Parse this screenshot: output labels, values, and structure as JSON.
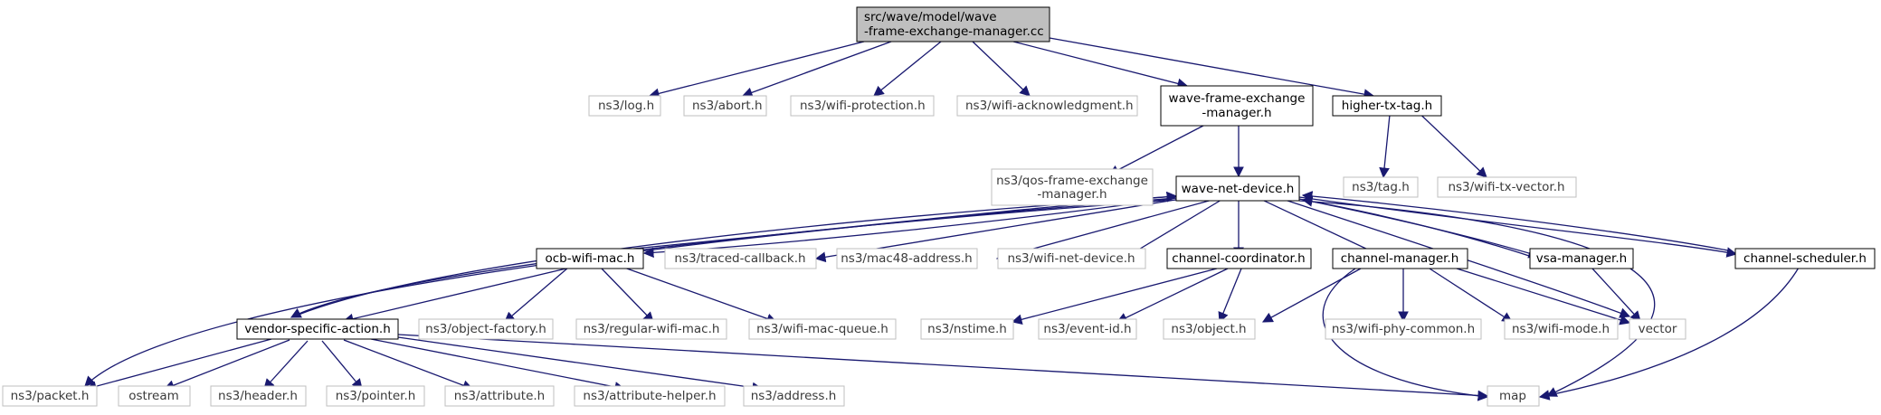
{
  "root": {
    "label_line1": "src/wave/model/wave",
    "label_line2": "-frame-exchange-manager.cc"
  },
  "nodes": {
    "log_h": "ns3/log.h",
    "abort_h": "ns3/abort.h",
    "wifi_protection_h": "ns3/wifi-protection.h",
    "wifi_ack_h": "ns3/wifi-acknowledgment.h",
    "wfem_h_1": "wave-frame-exchange",
    "wfem_h_2": "-manager.h",
    "higher_tx_tag_h": "higher-tx-tag.h",
    "qos_fem_h_1": "ns3/qos-frame-exchange",
    "qos_fem_h_2": "-manager.h",
    "wave_net_device_h": "wave-net-device.h",
    "tag_h": "ns3/tag.h",
    "wifi_tx_vector_h": "ns3/wifi-tx-vector.h",
    "ocb_wifi_mac_h": "ocb-wifi-mac.h",
    "traced_callback_h": "ns3/traced-callback.h",
    "mac48_address_h": "ns3/mac48-address.h",
    "wifi_net_device_h": "ns3/wifi-net-device.h",
    "channel_coordinator_h": "channel-coordinator.h",
    "channel_manager_h": "channel-manager.h",
    "vsa_manager_h": "vsa-manager.h",
    "channel_scheduler_h": "channel-scheduler.h",
    "vendor_specific_action_h": "vendor-specific-action.h",
    "object_factory_h": "ns3/object-factory.h",
    "regular_wifi_mac_h": "ns3/regular-wifi-mac.h",
    "wifi_mac_queue_h": "ns3/wifi-mac-queue.h",
    "nstime_h": "ns3/nstime.h",
    "event_id_h": "ns3/event-id.h",
    "object_h": "ns3/object.h",
    "wifi_phy_common_h": "ns3/wifi-phy-common.h",
    "wifi_mode_h": "ns3/wifi-mode.h",
    "vector": "vector",
    "packet_h": "ns3/packet.h",
    "ostream": "ostream",
    "header_h": "ns3/header.h",
    "pointer_h": "ns3/pointer.h",
    "attribute_h": "ns3/attribute.h",
    "attribute_helper_h": "ns3/attribute-helper.h",
    "address_h": "ns3/address.h",
    "map": "map"
  },
  "colors": {
    "edge": "#191970",
    "root_fill": "#bfbfbf",
    "box_border_dark": "#000000",
    "box_border_light": "#bfbfbf",
    "text_dark": "#000000",
    "text_light": "#3a3a3a"
  }
}
